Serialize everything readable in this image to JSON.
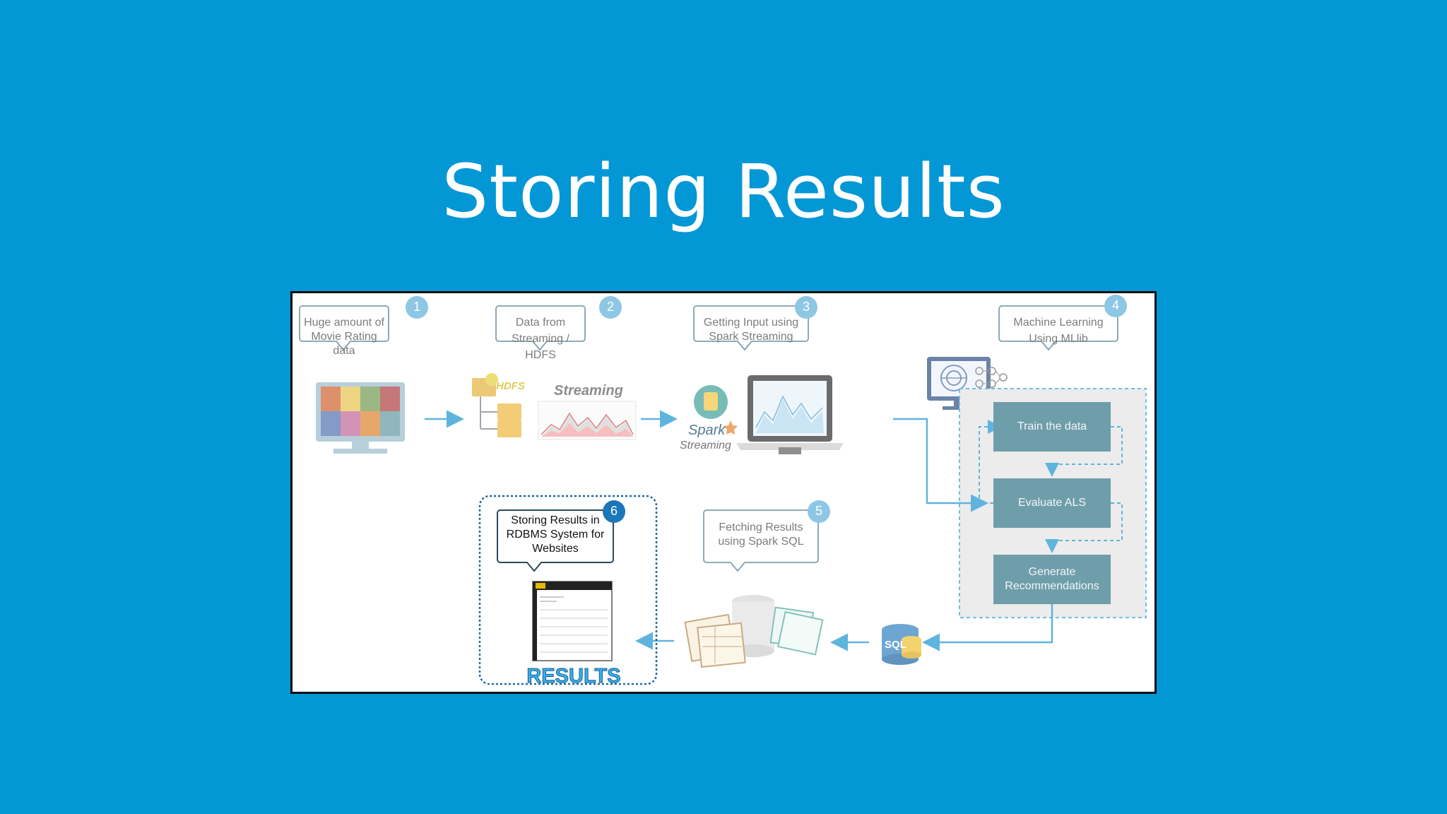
{
  "title": "Storing Results",
  "steps": [
    {
      "number": "1",
      "line1": "Huge amount of",
      "line2": "Movie Rating data"
    },
    {
      "number": "2",
      "line1": "Data from",
      "line2": "Streaming / HDFS"
    },
    {
      "number": "3",
      "line1": "Getting Input using",
      "line2": "Spark Streaming"
    },
    {
      "number": "4",
      "line1": "Machine Learning",
      "line2": "Using MLlib"
    },
    {
      "number": "5",
      "line1": "Fetching Results",
      "line2": "using Spark SQL"
    },
    {
      "number": "6",
      "line1": "Storing Results in",
      "line2": "RDBMS System for",
      "line3": "Websites"
    }
  ],
  "icon_labels": {
    "hdfs": "HDFS",
    "streaming": "Streaming",
    "spark": "Spark",
    "spark_streaming": "Streaming",
    "sql": "SQL",
    "results": "RESULTS"
  },
  "ml_boxes": {
    "train": "Train the data",
    "evaluate": "Evaluate ALS",
    "generate_1": "Generate",
    "generate_2": "Recommendations"
  },
  "colors": {
    "background": "#0397d6",
    "step_badge_faded": "#8ec7e4",
    "step_badge_active": "#1a77b9",
    "arrow": "#5fb4de",
    "ml_box": "#6f9eab"
  }
}
